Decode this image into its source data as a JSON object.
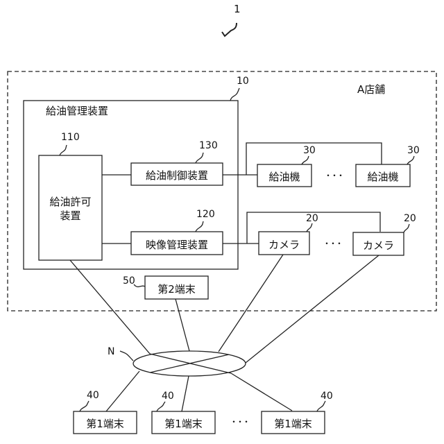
{
  "figure_ref": "1",
  "store": {
    "label": "A店舗"
  },
  "fuel_management_device": {
    "ref": "10",
    "label": "給油管理装置"
  },
  "fuel_permission_device": {
    "ref": "110",
    "label_line1": "給油許可",
    "label_line2": "装置"
  },
  "fuel_control_device": {
    "ref": "130",
    "label": "給油制御装置"
  },
  "video_management_device": {
    "ref": "120",
    "label": "映像管理装置"
  },
  "fuel_dispensers": [
    {
      "ref": "30",
      "label": "給油機"
    },
    {
      "ref": "30",
      "label": "給油機"
    }
  ],
  "cameras": [
    {
      "ref": "20",
      "label": "カメラ"
    },
    {
      "ref": "20",
      "label": "カメラ"
    }
  ],
  "second_terminal": {
    "ref": "50",
    "label": "第2端末"
  },
  "network": {
    "ref": "N"
  },
  "first_terminals": [
    {
      "ref": "40",
      "label": "第1端末"
    },
    {
      "ref": "40",
      "label": "第1端末"
    },
    {
      "ref": "40",
      "label": "第1端末"
    }
  ],
  "ellipsis": "・・・"
}
